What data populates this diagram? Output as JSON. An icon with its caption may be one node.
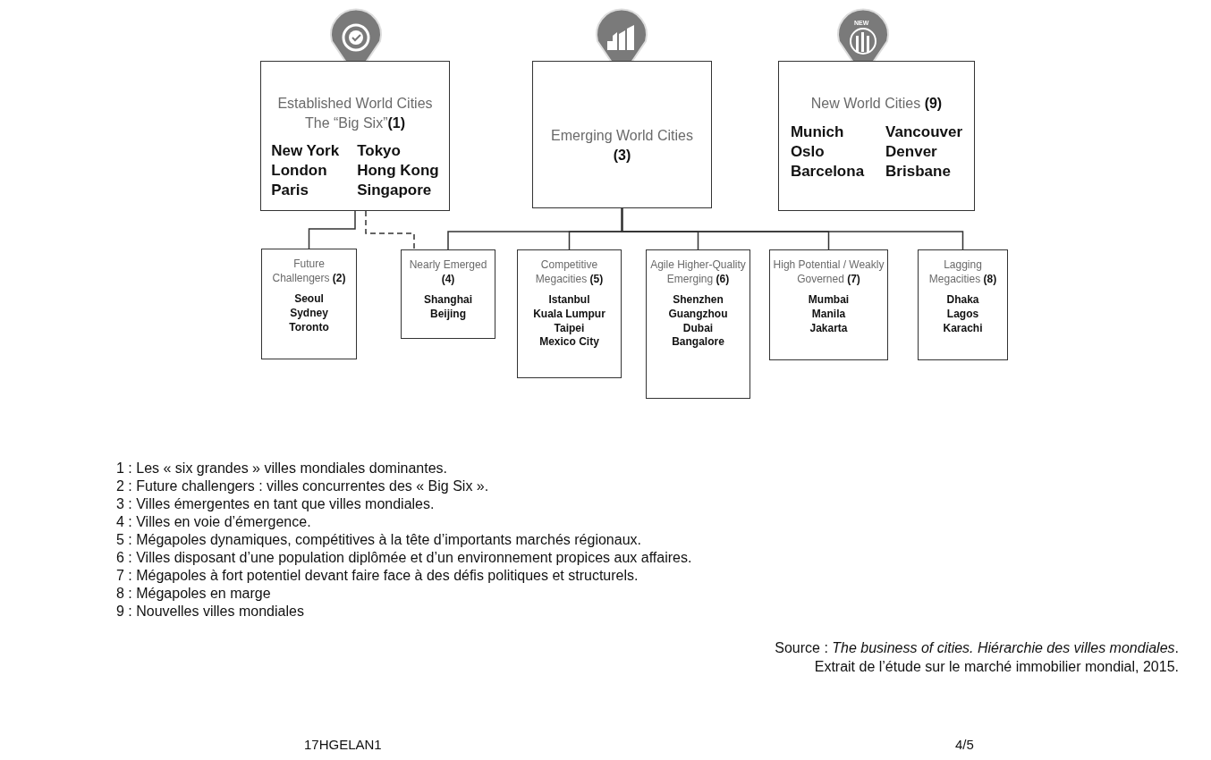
{
  "diagram": {
    "nodes": [
      {
        "text": [
          "Established World Cities The “Big Six”**(1)**",
          "New York",
          "Tokyo",
          "London",
          "Hong Kong",
          "Paris",
          "Singapore"
        ]
      },
      {
        "text": [
          "Emerging World Cities **(3)**"
        ]
      },
      {
        "text": [
          "New World Cities **(9)**",
          "Munich",
          "Vancouver",
          "Oslo",
          "Denver",
          "Barcelona",
          "Brisbane"
        ]
      },
      {
        "text": [
          "Future Challengers **(2)**",
          "Seoul",
          "Sydney",
          "Toronto"
        ]
      },
      {
        "text": [
          "Nearly Emerged **(4)**",
          "Shanghai",
          "Beijing"
        ]
      },
      {
        "text": [
          "Competitive Megacities **(5)**",
          "Istanbul",
          "Kuala Lumpur",
          "Taipei",
          "Mexico City"
        ]
      },
      {
        "text": [
          "Agile Higher-Quality Emerging **(6)**",
          "Shenzhen",
          "Guangzhou",
          "Dubai",
          "Bangalore"
        ]
      },
      {
        "text": [
          "High Potential / Weakly Governed **(7)**",
          "Mumbai",
          "Manila",
          "Jakarta"
        ]
      },
      {
        "text": [
          "Lagging Megacities **(8)**",
          "Dhaka",
          "Lagos",
          "Karachi"
        ]
      }
    ],
    "edges": [
      {
        "from": 0,
        "to": 3,
        "arrow": "none"
      },
      {
        "from": 0,
        "to": 4,
        "arrow": "none",
        "style": "dashed"
      },
      {
        "from": 1,
        "to": 4,
        "arrow": "none"
      },
      {
        "from": 1,
        "to": 5,
        "arrow": "none"
      },
      {
        "from": 1,
        "to": 6,
        "arrow": "none"
      },
      {
        "from": 1,
        "to": 7,
        "arrow": "none"
      },
      {
        "from": 1,
        "to": 8,
        "arrow": "none"
      }
    ],
    "labels": [
      "NEW",
      "1 : Les « six grandes » villes mondiales dominantes.",
      "2 : Future challengers : villes concurrentes des « Big Six ».",
      "3 : Villes émergentes en tant que villes mondiales.",
      "4 : Villes en voie d’émergence.",
      "5 : Mégapoles dynamiques, compétitives à la tête d’importants marchés régionaux.",
      "6 : Villes disposant d’une population diplômée et d’un environnement propices aux affaires.",
      "7 : Mégapoles à fort potentiel devant faire face à des défis politiques et structurels.",
      "8 : Mégapoles en marge",
      "9 : Nouvelles villes mondiales",
      "Source : *The business of cities. Hiérarchie des villes mondiales*.",
      "Extrait de l’étude sur le marché immobilier mondial, 2015.",
      "17HGELAN1",
      "4/5"
    ]
  }
}
